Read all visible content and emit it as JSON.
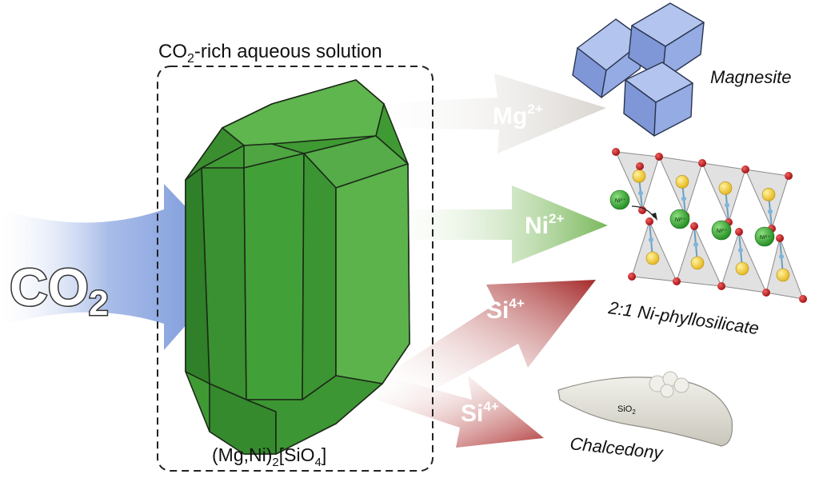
{
  "solution_label": {
    "main": "CO",
    "sub": "2",
    "rest": "-rich aqueous solution"
  },
  "reactant": {
    "main": "CO",
    "sub": "2"
  },
  "mineral_formula": {
    "p1": "(Mg,Ni)",
    "s1": "2",
    "p2": "[SiO",
    "s2": "4",
    "p3": "]"
  },
  "ions": {
    "mg": {
      "base": "Mg",
      "sup": "2+"
    },
    "ni": {
      "base": "Ni",
      "sup": "2+"
    },
    "si_upper": {
      "base": "Si",
      "sup": "4+"
    },
    "si_lower": {
      "base": "Si",
      "sup": "4+"
    }
  },
  "products": {
    "magnesite": "Magnesite",
    "phyllosilicate": "2:1 Ni-phyllosilicate",
    "chalcedony": "Chalcedony",
    "chalcedony_formula": {
      "main": "SiO",
      "sub": "2"
    },
    "ni_ball_label": "Ni²⁺"
  },
  "colors": {
    "co2_arrow": "#6e8fd6",
    "crystal": "#3f9a34",
    "mg_arrow": "#d9d5d0",
    "ni_arrow": "#79b85a",
    "si_arrow": "#a52a2a",
    "magnesite": "#8fa8e0",
    "tetrahedron": "#d8d8d8",
    "oxygen": "#c0171a",
    "silicon": "#f2cf2e",
    "nickel": "#3aa832"
  }
}
